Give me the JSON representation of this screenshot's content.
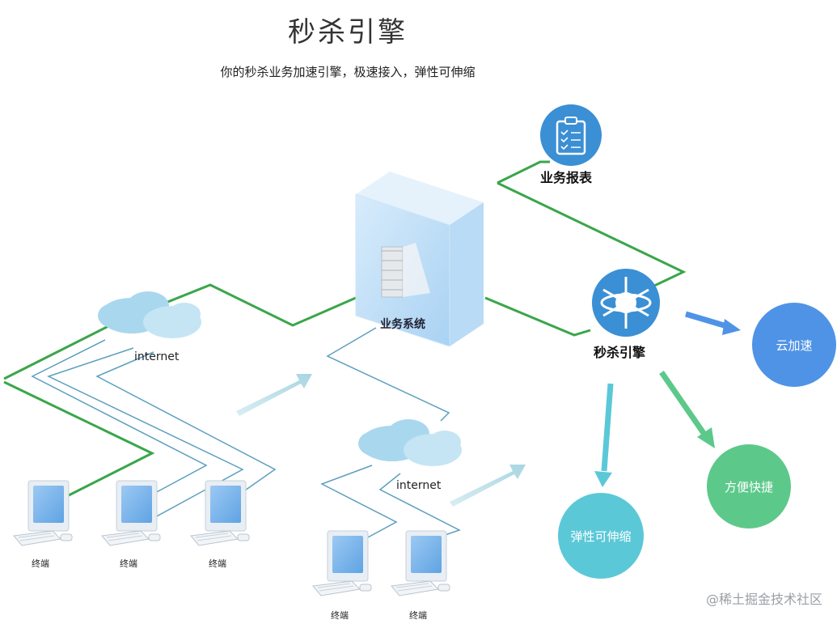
{
  "title": "秒杀引擎",
  "subtitle": "你的秒杀业务加速引擎，极速接入，弹性可伸缩",
  "nodes": {
    "report": "业务报表",
    "business": "业务系统",
    "engine": "秒杀引擎",
    "internet_1": "internet",
    "internet_2": "internet"
  },
  "features": {
    "cloud_speed": "云加速",
    "convenient": "方便快捷",
    "elastic": "弹性可伸缩"
  },
  "terminals": [
    "终端",
    "终端",
    "终端",
    "终端",
    "终端"
  ],
  "watermark": "@稀土掘金技术社区",
  "colors": {
    "green_line": "#3aa64a",
    "blue_line": "#5b9fbf",
    "cloud_speed": "#4f93e6",
    "convenient": "#5cc98a",
    "elastic": "#5bc8d8",
    "icon_blue": "#3b8fd4"
  },
  "icons": [
    "clipboard-icon",
    "atom-icon",
    "server-icon",
    "cloud-icon",
    "computer-icon"
  ]
}
